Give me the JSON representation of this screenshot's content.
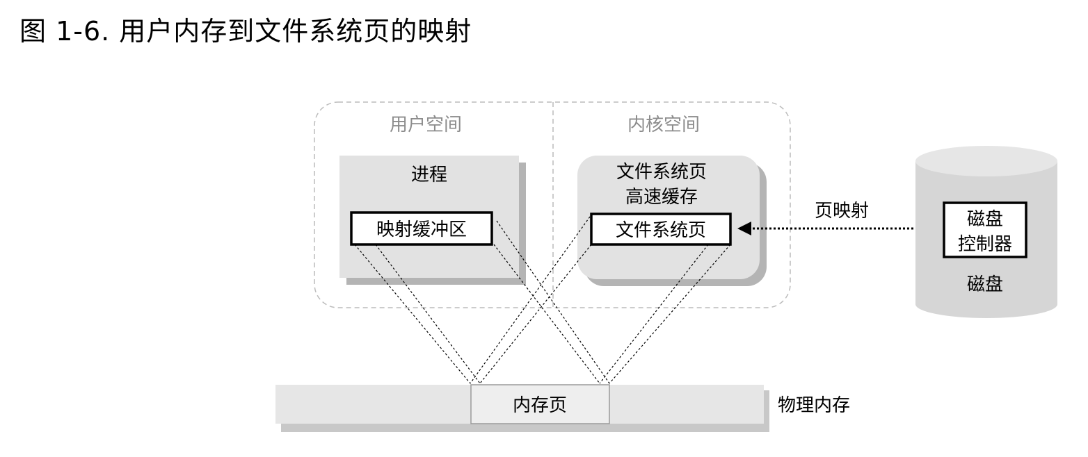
{
  "title": "图 1-6. 用户内存到文件系统页的映射",
  "regions": {
    "user_space": "用户空间",
    "kernel_space": "内核空间"
  },
  "process": {
    "label": "进程",
    "buffer": "映射缓冲区"
  },
  "page_cache": {
    "line1": "文件系统页",
    "line2": "高速缓存",
    "page": "文件系统页"
  },
  "page_mapping": "页映射",
  "disk": {
    "controller_line1": "磁盘",
    "controller_line2": "控制器",
    "label": "磁盘"
  },
  "physical_memory": {
    "page": "内存页",
    "label": "物理内存"
  },
  "colors": {
    "box_fill": "#e2e2e2",
    "shadow": "#b4b4b4",
    "dash": "#bcbcbc",
    "region_label": "#8c8c8c",
    "disk_fill": "#d6d6d6"
  }
}
